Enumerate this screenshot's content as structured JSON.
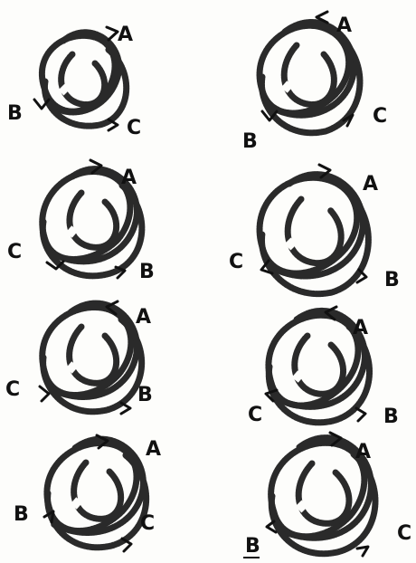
{
  "diagrams": [
    {
      "labels": {
        "A": "A",
        "B": "B",
        "C": "C"
      }
    },
    {
      "labels": {
        "A": "A",
        "B": "B",
        "C": "C"
      }
    },
    {
      "labels": {
        "A": "A",
        "B": "B",
        "C": "C"
      }
    },
    {
      "labels": {
        "A": "A",
        "B": "B",
        "C": "C"
      }
    },
    {
      "labels": {
        "A": "A",
        "B": "B",
        "C": "C"
      }
    },
    {
      "labels": {
        "A": "A",
        "B": "B",
        "C": "C"
      }
    },
    {
      "labels": {
        "A": "A",
        "B": "B",
        "C": "C"
      }
    },
    {
      "labels": {
        "A": "A",
        "B": "B",
        "C": "C"
      }
    }
  ]
}
